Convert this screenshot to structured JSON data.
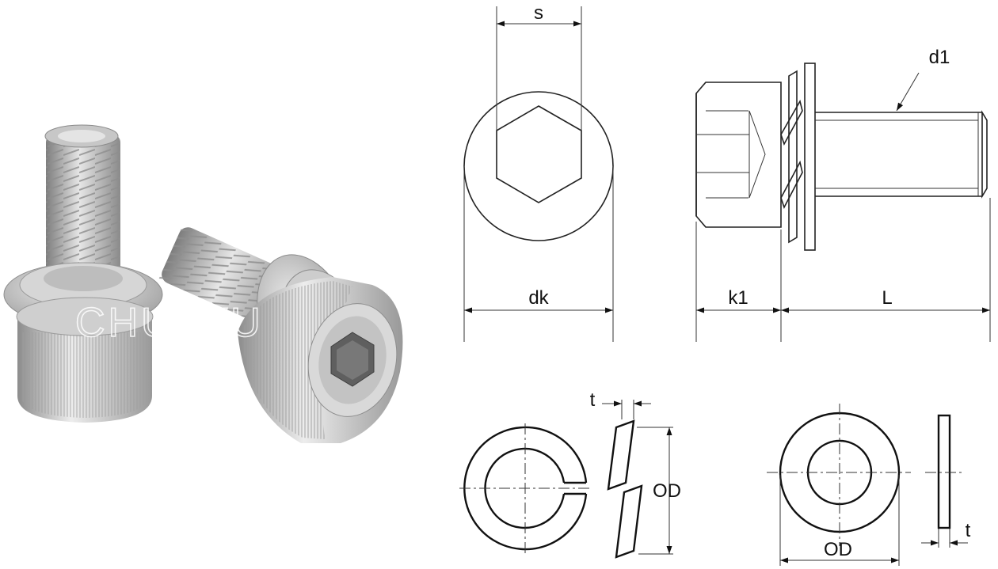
{
  "watermark": "CHU WU",
  "labels": {
    "s": "s",
    "dk": "dk",
    "k1": "k1",
    "L": "L",
    "d1": "d1",
    "t_spring": "t",
    "od_spring": "OD",
    "od_flat": "OD",
    "t_flat": "t"
  },
  "colors": {
    "line": "#222222",
    "metal": "#b9b9b9"
  }
}
